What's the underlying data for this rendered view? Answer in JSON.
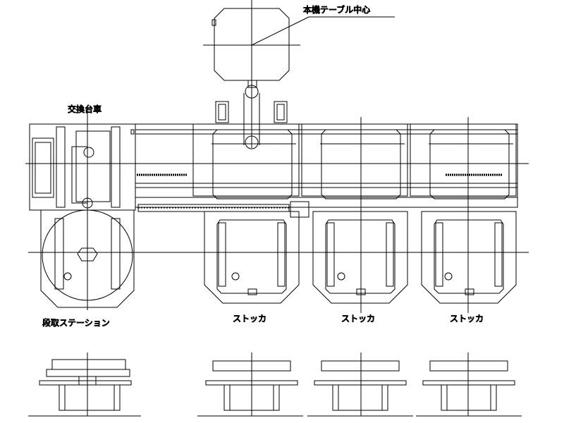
{
  "labels": {
    "table_center": "本機テーブル中心",
    "exchange_cart": "交換台車",
    "setup_station": "段取ステーション",
    "stocker_1": "ストッカ",
    "stocker_2": "ストッカ",
    "stocker_3": "ストッカ"
  },
  "colors": {
    "line": "#000000",
    "background": "#ffffff"
  }
}
